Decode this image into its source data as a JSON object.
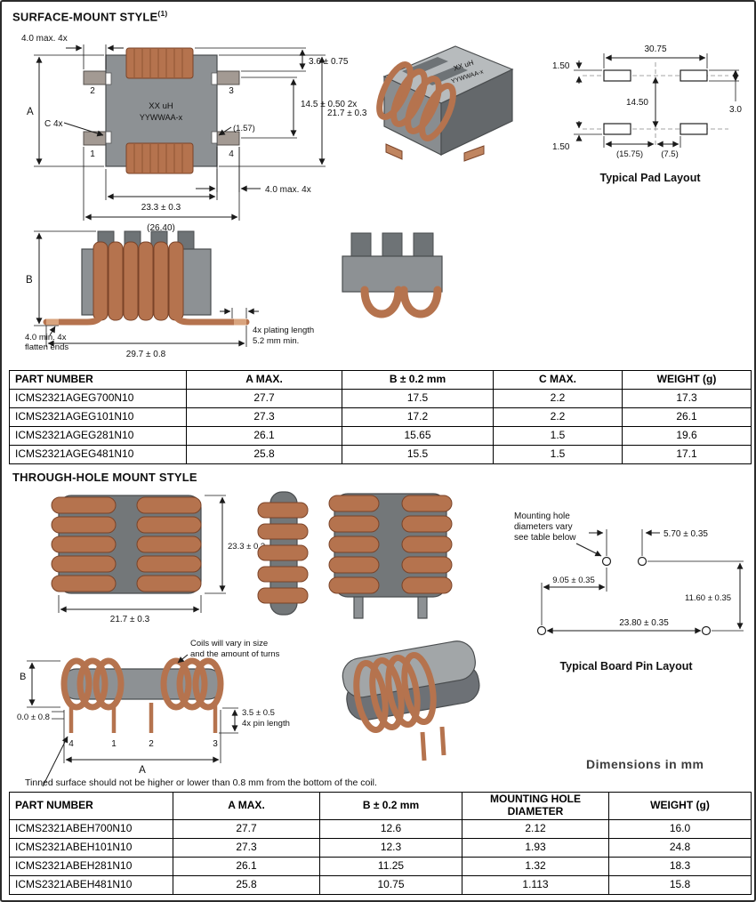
{
  "smd": {
    "title": "SURFACE-MOUNT STYLE",
    "title_sup": "(1)",
    "top_view": {
      "dim_pad_top": "4.0 max. 4x",
      "pin2": "2",
      "pin3": "3",
      "pin1": "1",
      "pin4": "4",
      "dim_a": "A",
      "dim_c": "C 4x",
      "marking1": "XX uH",
      "marking2": "YYWWAA-x",
      "dim_coil": "3.6 ± 0.75",
      "dim_pitch": "14.5 ± 0.50 2x",
      "dim_height": "21.7 ± 0.3",
      "dim_ref": "(1.57)",
      "dim_width": "23.3 ± 0.3",
      "dim_overall": "(26.40)",
      "dim_pad_bottom": "4.0 max. 4x"
    },
    "iso_view": {
      "marking1": "XX uH",
      "marking2": "YYWWAA-x"
    },
    "pad_layout": {
      "title": "Typical Pad Layout",
      "dim_top_offset": "1.50",
      "dim_span": "30.75",
      "dim_row_pitch": "14.50",
      "dim_pad_height": "3.0",
      "dim_left_ref": "(15.75)",
      "dim_right_ref": "(7.5)",
      "dim_bottom_offset": "1.50"
    },
    "side_view": {
      "dim_b": "B",
      "note_flatten1": "4.0 min. 4x",
      "note_flatten2": "flatten ends",
      "dim_width": "29.7 ± 0.8",
      "note_plating1": "4x plating length",
      "note_plating2": "5.2 mm min."
    }
  },
  "table1": {
    "headers": [
      "PART NUMBER",
      "A MAX.",
      "B ± 0.2 mm",
      "C MAX.",
      "WEIGHT (g)"
    ],
    "rows": [
      [
        "ICMS2321AGEG700N10",
        "27.7",
        "17.5",
        "2.2",
        "17.3"
      ],
      [
        "ICMS2321AGEG101N10",
        "27.3",
        "17.2",
        "2.2",
        "26.1"
      ],
      [
        "ICMS2321AGEG281N10",
        "26.1",
        "15.65",
        "1.5",
        "19.6"
      ],
      [
        "ICMS2321AGEG481N10",
        "25.8",
        "15.5",
        "1.5",
        "17.1"
      ]
    ]
  },
  "th": {
    "title": "THROUGH-HOLE MOUNT STYLE",
    "front_view": {
      "dim_height": "23.3 ± 0.3",
      "dim_width": "21.7 ± 0.3"
    },
    "pin_layout": {
      "title": "Typical Board Pin Layout",
      "note1": "Mounting hole",
      "note2": "diameters vary",
      "note3": "see table below",
      "dim_top": "5.70 ± 0.35",
      "dim_left": "9.05 ± 0.35",
      "dim_right": "11.60 ± 0.35",
      "dim_bottom": "23.80 ± 0.35"
    },
    "bottom_view": {
      "note_coils1": "Coils will vary in size",
      "note_coils2": "and the amount of turns",
      "dim_pin_len1": "3.5 ± 0.5",
      "dim_pin_len2": "4x pin length",
      "dim_b": "B",
      "dim_zero": "0.0 ± 0.8",
      "pin4": "4",
      "pin1": "1",
      "pin2": "2",
      "pin3": "3",
      "dim_a": "A"
    },
    "tinned_note": "Tinned surface should not be higher or lower than 0.8 mm from the bottom of the coil.",
    "dims_note": "Dimensions in mm"
  },
  "table2": {
    "headers": [
      "PART NUMBER",
      "A MAX.",
      "B ± 0.2 mm",
      "MOUNTING HOLE DIAMETER",
      "WEIGHT (g)"
    ],
    "rows": [
      [
        "ICMS2321ABEH700N10",
        "27.7",
        "12.6",
        "2.12",
        "16.0"
      ],
      [
        "ICMS2321ABEH101N10",
        "27.3",
        "12.3",
        "1.93",
        "24.8"
      ],
      [
        "ICMS2321ABEH281N10",
        "26.1",
        "11.25",
        "1.32",
        "18.3"
      ],
      [
        "ICMS2321ABEH481N10",
        "25.8",
        "10.75",
        "1.113",
        "15.8"
      ]
    ]
  }
}
